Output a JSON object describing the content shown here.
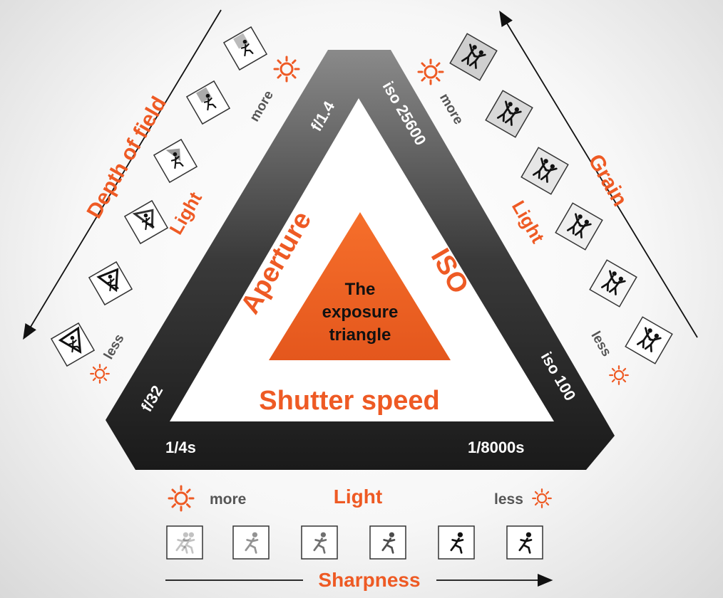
{
  "center": {
    "line1": "The",
    "line2": "exposure",
    "line3": "triangle"
  },
  "sides": {
    "aperture": "Aperture",
    "iso": "ISO",
    "shutter": "Shutter speed"
  },
  "corners": {
    "f_high": "f/1.4",
    "f_low": "f/32",
    "iso_high": "iso 25600",
    "iso_low": "iso 100",
    "shutter_slow": "1/4s",
    "shutter_fast": "1/8000s"
  },
  "left": {
    "title": "Depth of field",
    "light": "Light",
    "more": "more",
    "less": "less"
  },
  "right": {
    "title": "Grain",
    "light": "Light",
    "more": "more",
    "less": "less"
  },
  "bottom": {
    "title": "Sharpness",
    "light": "Light",
    "more": "more",
    "less": "less"
  },
  "colors": {
    "accent": "#ee5a24",
    "frame_dark": "#1f1f1f",
    "frame_light": "#777777"
  }
}
